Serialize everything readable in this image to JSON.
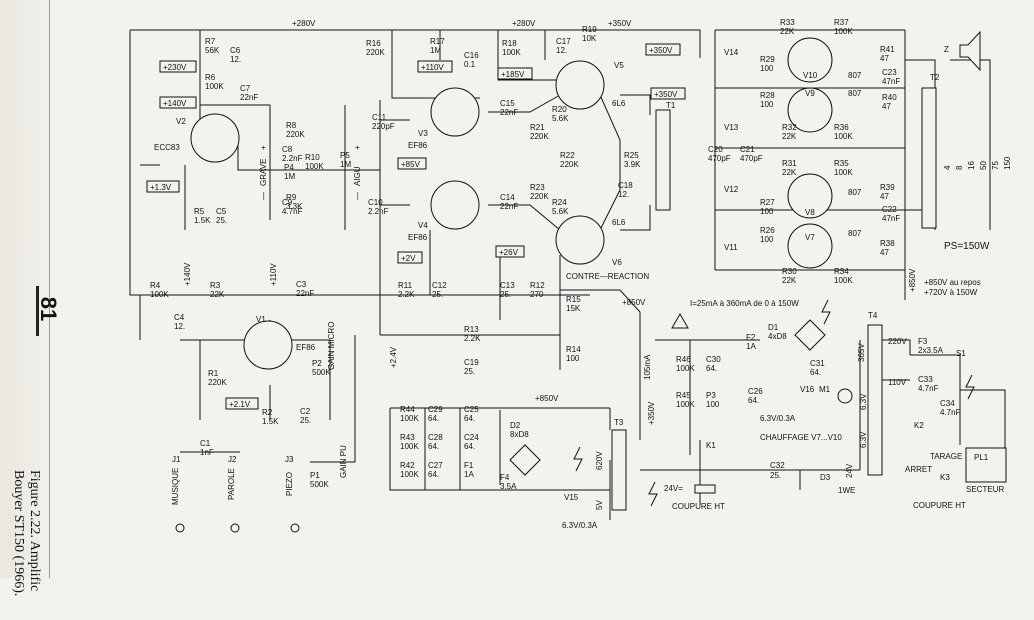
{
  "page": {
    "page_number": "81",
    "caption_line1": "Figure 2.22. Amplific",
    "caption_line2": "Bouyer ST150 (1966)."
  },
  "rails": [
    "+280V",
    "+280V",
    "+350V",
    "+230V",
    "+140V",
    "+110V",
    "+185V",
    "+350V",
    "+350V",
    "+85V",
    "+26V",
    "+2V",
    "+1.3V",
    "+140V",
    "+110V",
    "+2.1V",
    "+2.4V",
    "+850V",
    "+850V",
    "+850V",
    "+350V"
  ],
  "notes": {
    "power": "PS=150W",
    "bias_current": "I=25mA à 360mA de 0 à 150W",
    "hv_repos": "+850V au repos",
    "hv_150": "+720V à 150W",
    "contre_reaction": "CONTRE—REACTION",
    "chauffage": "CHAUFFAGE V7...V10",
    "coupure_ht_1": "COUPURE HT",
    "coupure_ht_2": "COUPURE HT",
    "tarage": "TARAGE",
    "arret": "ARRET",
    "secteur": "SECTEUR",
    "gain_micro": "GAIN MICRO",
    "gain_pu": "GAIN PU",
    "grave": "GRAVE",
    "aigu": "AIGU",
    "minus1": "—",
    "plus1": "+",
    "minus2": "—",
    "plus2": "+",
    "speaker": "Z",
    "taps": [
      "4",
      "8",
      "16",
      "50",
      "75",
      "150"
    ],
    "v24": "24V",
    "v24b": "24V=",
    "ma105": "105mA",
    "v6_3a": "6.3V/0.3A",
    "v6_3b": "6.3V/0.3A",
    "v6_3c": "6.3V",
    "v6_3d": "6.3V",
    "v5": "5V",
    "v620": "620V",
    "v365": "365V",
    "v220": "220V",
    "v110": "110V",
    "d3": "D3",
    "d3type": "1WE",
    "t_c32": "C32",
    "t_c32v": "25."
  },
  "tubes": [
    {
      "id": "V1",
      "type": "EF86"
    },
    {
      "id": "V2",
      "type": "ECC83"
    },
    {
      "id": "V3",
      "type": "EF86"
    },
    {
      "id": "V4",
      "type": "EF86"
    },
    {
      "id": "V5",
      "type": "6L6"
    },
    {
      "id": "V6",
      "type": "6L6"
    },
    {
      "id": "V7",
      "type": "807"
    },
    {
      "id": "V8",
      "type": "807"
    },
    {
      "id": "V9",
      "type": "807"
    },
    {
      "id": "V10",
      "type": "807"
    }
  ],
  "components": [
    {
      "ref": "R7",
      "val": "56K"
    },
    {
      "ref": "C6",
      "val": "12."
    },
    {
      "ref": "R6",
      "val": "100K"
    },
    {
      "ref": "C7",
      "val": "22nF"
    },
    {
      "ref": "R8",
      "val": "220K"
    },
    {
      "ref": "C8",
      "val": "2.2nF"
    },
    {
      "ref": "C11",
      "val": "220pF"
    },
    {
      "ref": "P4",
      "val": "1M"
    },
    {
      "ref": "R10",
      "val": "100K"
    },
    {
      "ref": "P5",
      "val": "1M"
    },
    {
      "ref": "R9",
      "val": "3.3K"
    },
    {
      "ref": "C9",
      "val": "4.7nF"
    },
    {
      "ref": "C10",
      "val": "2.2nF"
    },
    {
      "ref": "R5",
      "val": "1.5K"
    },
    {
      "ref": "C5",
      "val": "25."
    },
    {
      "ref": "R16",
      "val": "220K"
    },
    {
      "ref": "R17",
      "val": "1M"
    },
    {
      "ref": "C16",
      "val": "0.1"
    },
    {
      "ref": "R18",
      "val": "100K"
    },
    {
      "ref": "C17",
      "val": "12."
    },
    {
      "ref": "R19",
      "val": "10K"
    },
    {
      "ref": "C15",
      "val": "22nF"
    },
    {
      "ref": "R20",
      "val": "5.6K"
    },
    {
      "ref": "R21",
      "val": "220K"
    },
    {
      "ref": "R22",
      "val": "220K"
    },
    {
      "ref": "R23",
      "val": "220K"
    },
    {
      "ref": "R25",
      "val": "3.9K"
    },
    {
      "ref": "C18",
      "val": "12."
    },
    {
      "ref": "C14",
      "val": "22nF"
    },
    {
      "ref": "R24",
      "val": "5.6K"
    },
    {
      "ref": "R11",
      "val": "2.2K"
    },
    {
      "ref": "C12",
      "val": "25."
    },
    {
      "ref": "C13",
      "val": "25."
    },
    {
      "ref": "R12",
      "val": "270"
    },
    {
      "ref": "R15",
      "val": "15K"
    },
    {
      "ref": "R13",
      "val": "2.2K"
    },
    {
      "ref": "C19",
      "val": "25."
    },
    {
      "ref": "R14",
      "val": "100"
    },
    {
      "ref": "R4",
      "val": "100K"
    },
    {
      "ref": "R3",
      "val": "22K"
    },
    {
      "ref": "C3",
      "val": "22nF"
    },
    {
      "ref": "C4",
      "val": "12."
    },
    {
      "ref": "R1",
      "val": "220K"
    },
    {
      "ref": "P2",
      "val": "500K"
    },
    {
      "ref": "R2",
      "val": "1.5K"
    },
    {
      "ref": "C2",
      "val": "25."
    },
    {
      "ref": "C1",
      "val": "1nF"
    },
    {
      "ref": "P1",
      "val": "500K"
    },
    {
      "ref": "R33",
      "val": "22K"
    },
    {
      "ref": "R37",
      "val": "100K"
    },
    {
      "ref": "R29",
      "val": "100"
    },
    {
      "ref": "R41",
      "val": "47"
    },
    {
      "ref": "C23",
      "val": "47nF"
    },
    {
      "ref": "R28",
      "val": "100"
    },
    {
      "ref": "R40",
      "val": "47"
    },
    {
      "ref": "R32",
      "val": "22K"
    },
    {
      "ref": "R36",
      "val": "100K"
    },
    {
      "ref": "C20",
      "val": "470pF"
    },
    {
      "ref": "C21",
      "val": "470pF"
    },
    {
      "ref": "R31",
      "val": "22K"
    },
    {
      "ref": "R35",
      "val": "100K"
    },
    {
      "ref": "R27",
      "val": "100"
    },
    {
      "ref": "R39",
      "val": "47"
    },
    {
      "ref": "C22",
      "val": "47nF"
    },
    {
      "ref": "R26",
      "val": "100"
    },
    {
      "ref": "R38",
      "val": "47"
    },
    {
      "ref": "R30",
      "val": "22K"
    },
    {
      "ref": "R34",
      "val": "100K"
    },
    {
      "ref": "F2",
      "val": "1A"
    },
    {
      "ref": "D1",
      "val": "4xD8"
    },
    {
      "ref": "C31",
      "val": "64."
    },
    {
      "ref": "R46",
      "val": "100K"
    },
    {
      "ref": "C30",
      "val": "64."
    },
    {
      "ref": "R45",
      "val": "100K"
    },
    {
      "ref": "P3",
      "val": "100"
    },
    {
      "ref": "C26",
      "val": "64."
    },
    {
      "ref": "R44",
      "val": "100K"
    },
    {
      "ref": "C29",
      "val": "64."
    },
    {
      "ref": "C25",
      "val": "64."
    },
    {
      "ref": "R43",
      "val": "100K"
    },
    {
      "ref": "C28",
      "val": "64."
    },
    {
      "ref": "C24",
      "val": "64."
    },
    {
      "ref": "R42",
      "val": "100K"
    },
    {
      "ref": "C27",
      "val": "64."
    },
    {
      "ref": "F1",
      "val": "1A"
    },
    {
      "ref": "D2",
      "val": "8xD8"
    },
    {
      "ref": "F4",
      "val": "3.5A"
    },
    {
      "ref": "F3",
      "val": "2x3.5A"
    },
    {
      "ref": "C33",
      "val": "4.7nF"
    },
    {
      "ref": "C34",
      "val": "4.7nF"
    }
  ],
  "labels": {
    "T1": "T1",
    "T2": "T2",
    "T3": "T3",
    "T4": "T4",
    "K1": "K1",
    "K2": "K2",
    "K3": "K3",
    "S1": "S1",
    "PL1": "PL1",
    "V11": "V11",
    "V12": "V12",
    "V13": "V13",
    "V14": "V14",
    "V15": "V15",
    "V16": "V16",
    "M1": "M1"
  },
  "inputs": [
    {
      "ref": "J1",
      "name": "MUSIQUE"
    },
    {
      "ref": "J2",
      "name": "PAROLE"
    },
    {
      "ref": "J3",
      "name": "PIEZO"
    }
  ]
}
